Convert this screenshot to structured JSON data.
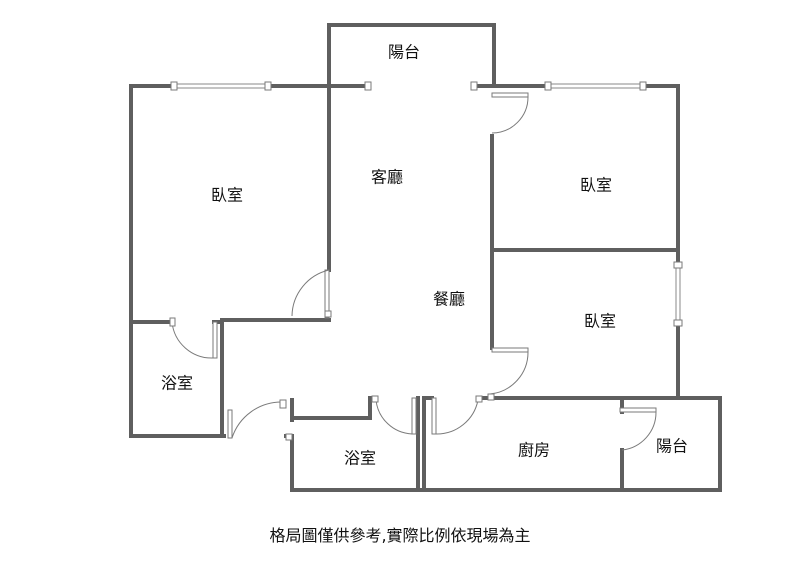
{
  "rooms": {
    "balcony_top": "陽台",
    "living_room": "客廳",
    "bedroom_left": "臥室",
    "bedroom_right_top": "臥室",
    "dining_room": "餐廳",
    "bedroom_right_mid": "臥室",
    "bathroom_left": "浴室",
    "bathroom_center": "浴室",
    "kitchen": "廚房",
    "balcony_right": "陽台"
  },
  "caption": "格局圖僅供參考,實際比例依現場為主",
  "colors": {
    "wall": "#5f5f5f",
    "line": "#8a8a8a",
    "text": "#111111"
  }
}
